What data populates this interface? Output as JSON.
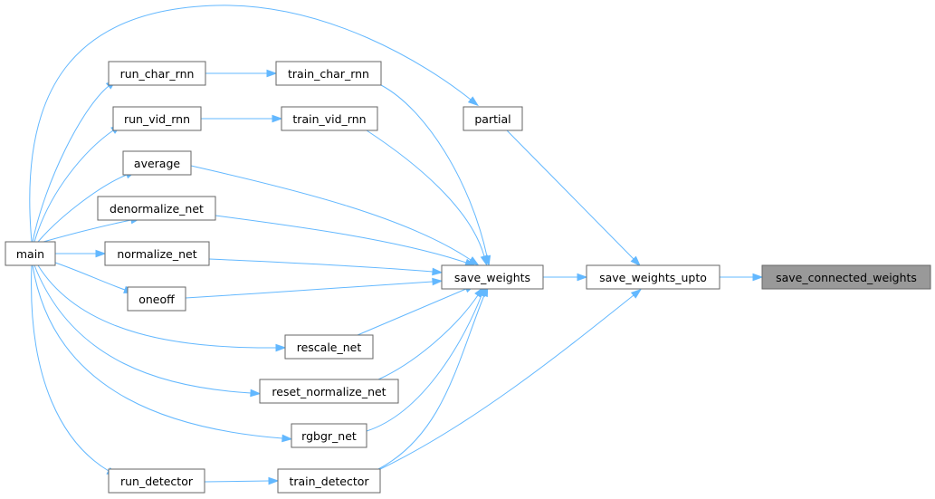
{
  "graph": {
    "nodes": {
      "save_connected_weights": "save_connected_weights",
      "save_weights_upto": "save_weights_upto",
      "save_weights": "save_weights",
      "partial": "partial",
      "train_char_rnn": "train_char_rnn",
      "run_char_rnn": "run_char_rnn",
      "train_vid_rnn": "train_vid_rnn",
      "run_vid_rnn": "run_vid_rnn",
      "average": "average",
      "denormalize_net": "denormalize_net",
      "normalize_net": "normalize_net",
      "oneoff": "oneoff",
      "rescale_net": "rescale_net",
      "reset_normalize_net": "reset_normalize_net",
      "rgbgr_net": "rgbgr_net",
      "train_detector": "train_detector",
      "run_detector": "run_detector",
      "main": "main"
    },
    "highlighted": "save_connected_weights",
    "edges": [
      [
        "save_weights_upto",
        "save_connected_weights"
      ],
      [
        "save_weights",
        "save_weights_upto"
      ],
      [
        "partial",
        "save_weights_upto"
      ],
      [
        "train_detector",
        "save_weights_upto"
      ],
      [
        "train_char_rnn",
        "save_weights"
      ],
      [
        "train_vid_rnn",
        "save_weights"
      ],
      [
        "average",
        "save_weights"
      ],
      [
        "denormalize_net",
        "save_weights"
      ],
      [
        "normalize_net",
        "save_weights"
      ],
      [
        "oneoff",
        "save_weights"
      ],
      [
        "rescale_net",
        "save_weights"
      ],
      [
        "reset_normalize_net",
        "save_weights"
      ],
      [
        "rgbgr_net",
        "save_weights"
      ],
      [
        "train_detector",
        "save_weights"
      ],
      [
        "run_char_rnn",
        "train_char_rnn"
      ],
      [
        "run_vid_rnn",
        "train_vid_rnn"
      ],
      [
        "run_detector",
        "train_detector"
      ],
      [
        "main",
        "partial"
      ],
      [
        "main",
        "run_char_rnn"
      ],
      [
        "main",
        "run_vid_rnn"
      ],
      [
        "main",
        "average"
      ],
      [
        "main",
        "denormalize_net"
      ],
      [
        "main",
        "normalize_net"
      ],
      [
        "main",
        "oneoff"
      ],
      [
        "main",
        "rescale_net"
      ],
      [
        "main",
        "reset_normalize_net"
      ],
      [
        "main",
        "rgbgr_net"
      ],
      [
        "main",
        "run_detector"
      ]
    ],
    "colors": {
      "edge": "#63b8ff",
      "node_border": "#666666",
      "highlight_fill": "#999999",
      "node_fill": "#ffffff"
    }
  }
}
